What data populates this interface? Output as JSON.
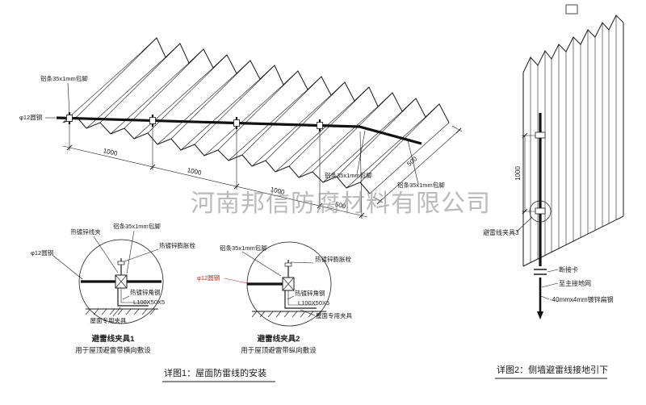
{
  "watermark": "河南邦信防腐材料有限公司",
  "roof": {
    "label_strip_top": "铝条35x1mm包脚",
    "label_rod": "φ12圆钢",
    "label_strip_right": "铝条35x1mm包脚",
    "label_strip_far_right": "铝条35x1mm包脚",
    "dims": [
      "1000",
      "1000",
      "1000",
      "500"
    ],
    "dim_slope": "500"
  },
  "detail1": {
    "label_clip": "热镀锌线夹",
    "label_strip": "铝条35x1mm包脚",
    "label_bolt": "热镀锌膨胀栓",
    "label_rod": "φ12圆钢",
    "label_angle": "热镀锌角钢",
    "label_angle_spec": "L100X50X5",
    "label_fixture": "屋面专用夹具",
    "title": "避雷线夹具1",
    "subtitle": "用于屋顶避雷带横向敷设"
  },
  "detail2": {
    "label_strip": "铝条35x1mm包脚",
    "label_bolt": "热镀锌膨胀栓",
    "label_rod": "φ12圆钢",
    "label_angle": "热镀锌角钢",
    "label_angle_spec": "L100X50X5",
    "label_fixture": "屋面专用夹具",
    "title": "避雷线夹具2",
    "subtitle": "用于屋顶避雷带纵向敷设"
  },
  "wall": {
    "dim_height": "1000",
    "label_clamp": "避雷线夹具3",
    "label_disconnect": "断接卡",
    "label_ground": "至主接地网",
    "label_flat_steel": "-40mmx4mm镀锌扁钢"
  },
  "captions": {
    "fig1": "详图1：屋面防雷线的安装",
    "fig2": "详图2：侧墙避雷线接地引下"
  },
  "colors": {
    "line": "#1a1a1a",
    "accent_red": "#cc2222",
    "watermark_gray": "#909090"
  }
}
